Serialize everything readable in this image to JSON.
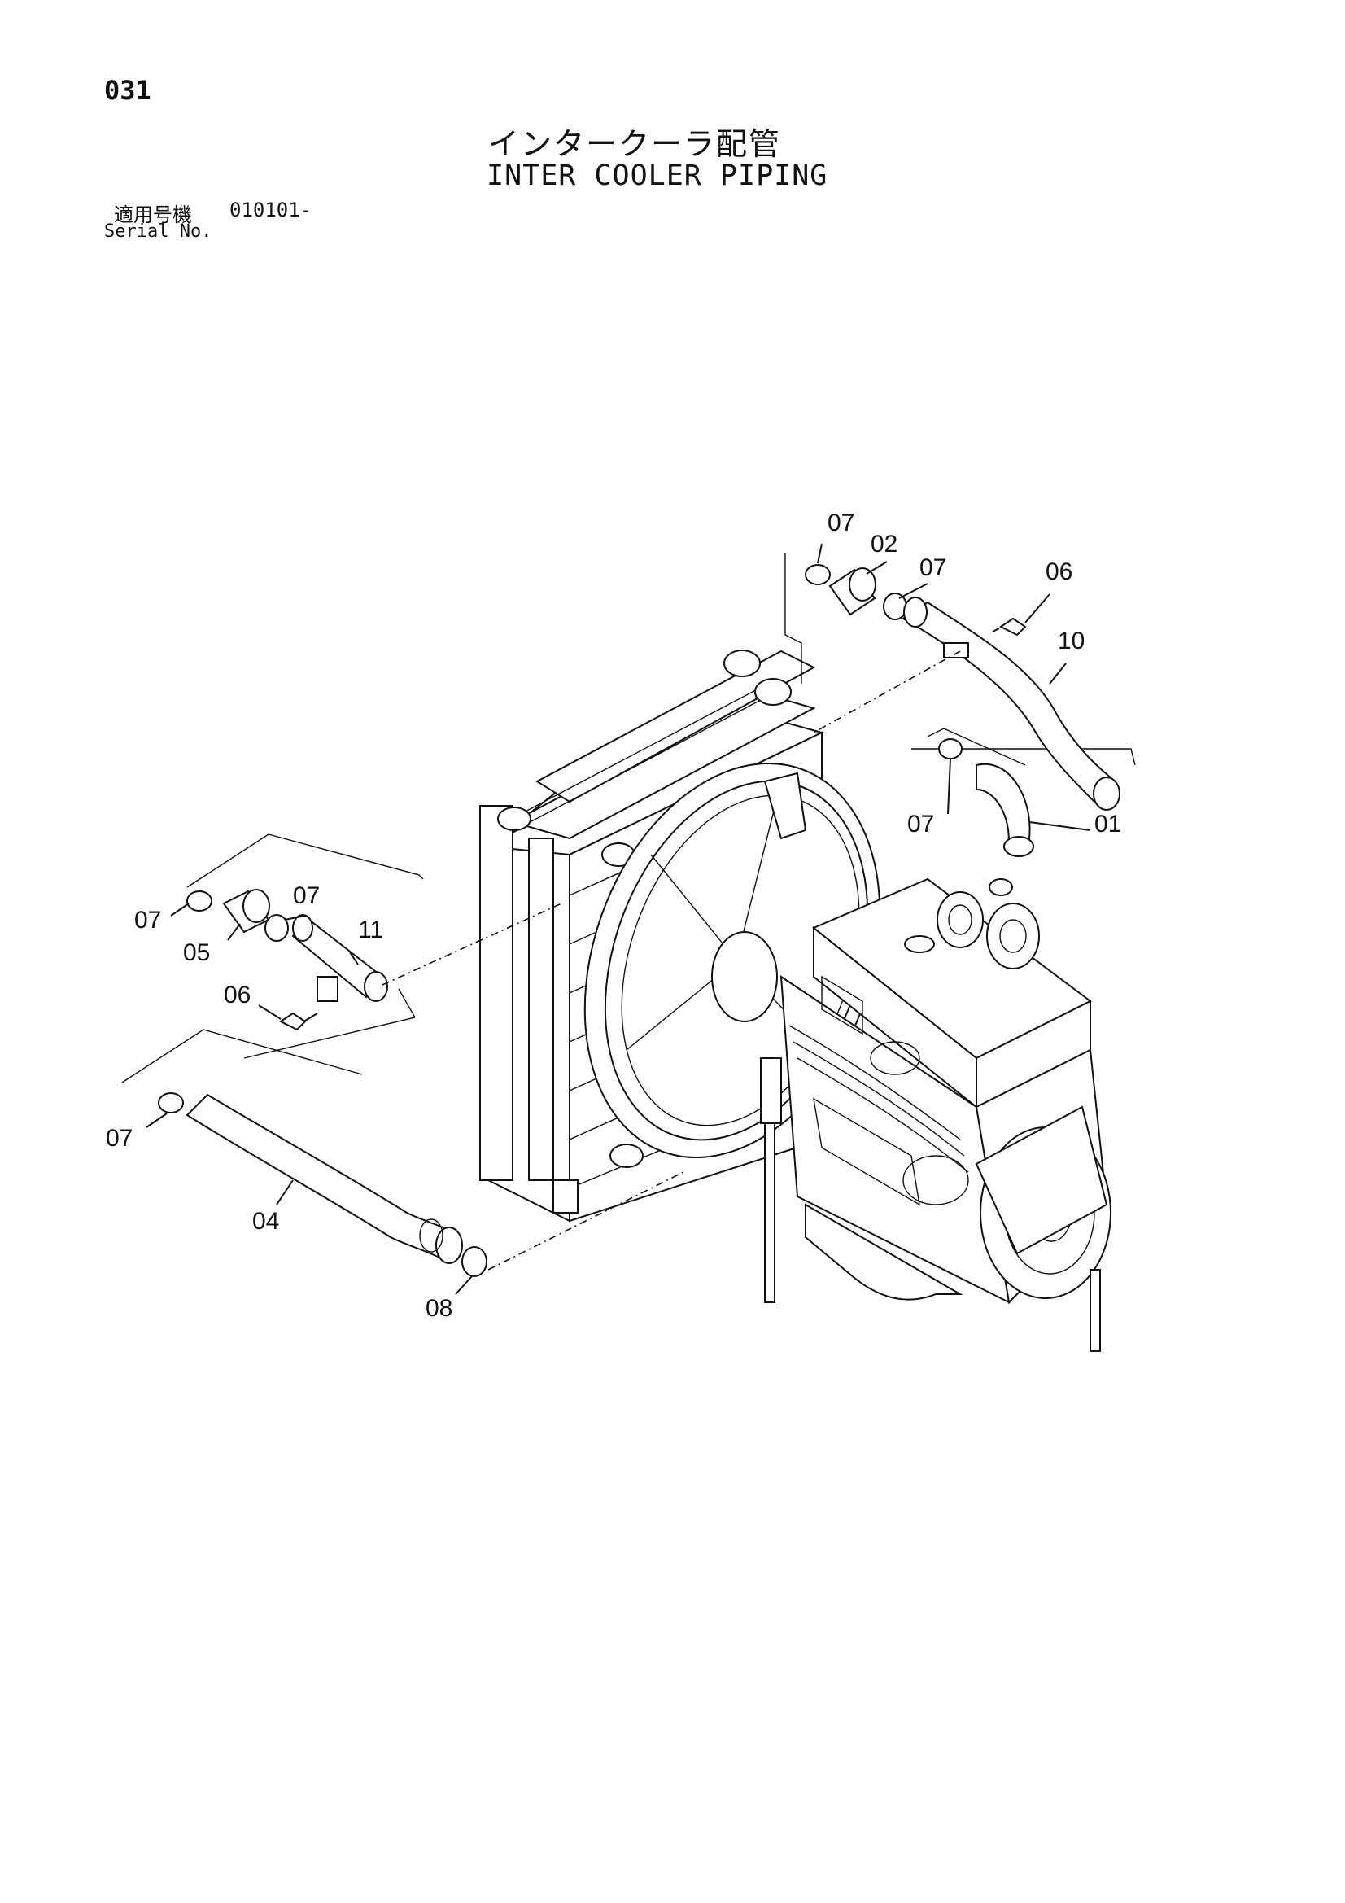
{
  "page": {
    "number": "031",
    "title_jp": "インタークーラ配管",
    "title_en": "INTER COOLER PIPING",
    "serial_label_jp": "適用号機",
    "serial_value": "010101-",
    "serial_label_en": "Serial No."
  },
  "callouts": [
    {
      "id": "c07a",
      "label": "07"
    },
    {
      "id": "c02",
      "label": "02"
    },
    {
      "id": "c07b",
      "label": "07"
    },
    {
      "id": "c06a",
      "label": "06"
    },
    {
      "id": "c10",
      "label": "10"
    },
    {
      "id": "c07c",
      "label": "07"
    },
    {
      "id": "c01",
      "label": "01"
    },
    {
      "id": "c07d",
      "label": "07"
    },
    {
      "id": "c07e",
      "label": "07"
    },
    {
      "id": "c05",
      "label": "05"
    },
    {
      "id": "c11",
      "label": "11"
    },
    {
      "id": "c06b",
      "label": "06"
    },
    {
      "id": "c07f",
      "label": "07"
    },
    {
      "id": "c04",
      "label": "04"
    },
    {
      "id": "c08",
      "label": "08"
    }
  ]
}
